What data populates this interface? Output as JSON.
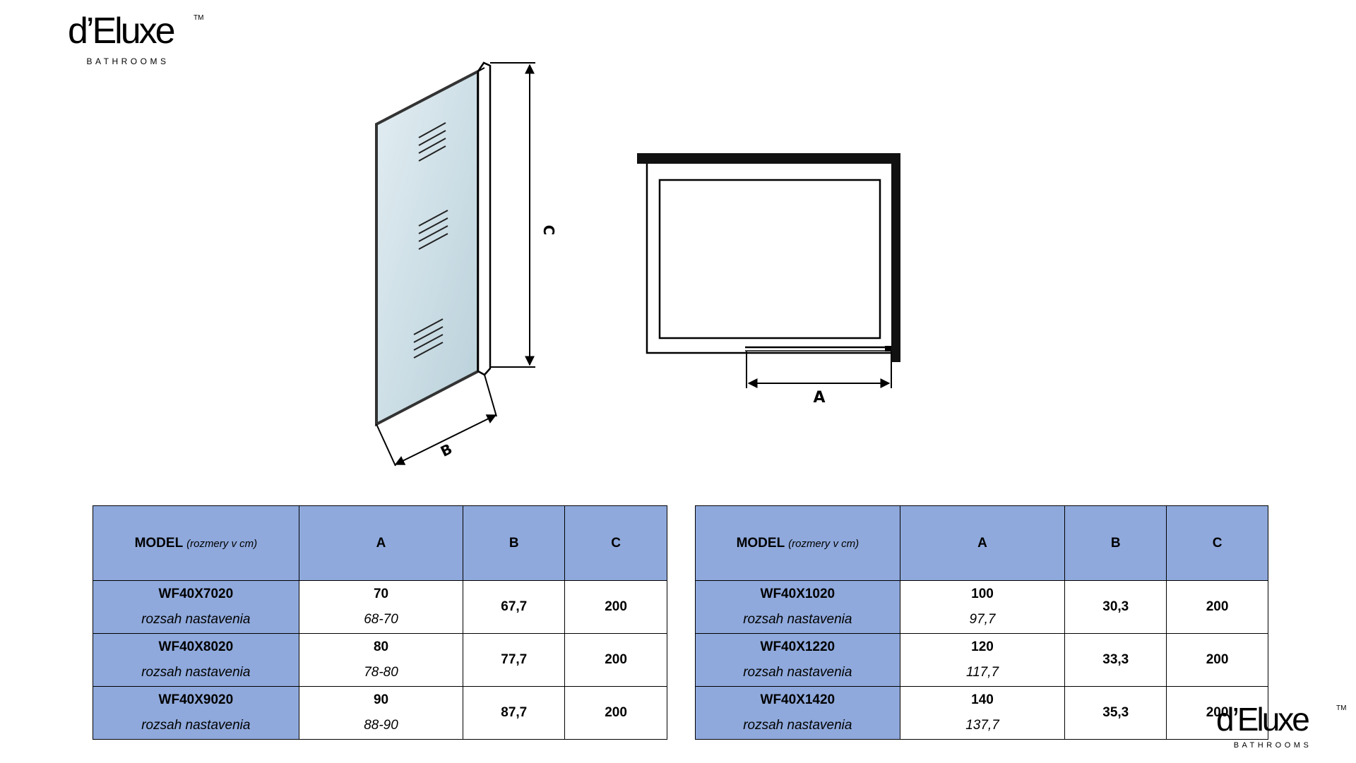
{
  "logo": {
    "brand": "d’Eluxe",
    "tm": "TM",
    "sub": "BATHROOMS"
  },
  "diagram": {
    "label_a": "A",
    "label_b": "B",
    "label_c": "C"
  },
  "tables": {
    "left": {
      "header": {
        "model": "MODEL",
        "model_note": "(rozmery v cm)",
        "a": "A",
        "b": "B",
        "c": "C"
      },
      "rows": [
        {
          "model": "WF40X7020",
          "model_sub": "rozsah nastavenia",
          "a": "70",
          "a_sub": "68-70",
          "b": "67,7",
          "c": "200"
        },
        {
          "model": "WF40X8020",
          "model_sub": "rozsah nastavenia",
          "a": "80",
          "a_sub": "78-80",
          "b": "77,7",
          "c": "200"
        },
        {
          "model": "WF40X9020",
          "model_sub": "rozsah nastavenia",
          "a": "90",
          "a_sub": "88-90",
          "b": "87,7",
          "c": "200"
        }
      ]
    },
    "right": {
      "header": {
        "model": "MODEL",
        "model_note": "(rozmery v cm)",
        "a": "A",
        "b": "B",
        "c": "C"
      },
      "rows": [
        {
          "model": "WF40X1020",
          "model_sub": "rozsah nastavenia",
          "a": "100",
          "a_sub": "97,7",
          "b": "30,3",
          "c": "200"
        },
        {
          "model": "WF40X1220",
          "model_sub": "rozsah nastavenia",
          "a": "120",
          "a_sub": "117,7",
          "b": "33,3",
          "c": "200"
        },
        {
          "model": "WF40X1420",
          "model_sub": "rozsah nastavenia",
          "a": "140",
          "a_sub": "137,7",
          "b": "35,3",
          "c": "200"
        }
      ]
    }
  },
  "colors": {
    "header_bg": "#8fa9dc",
    "glass": "#cfe0e8"
  }
}
